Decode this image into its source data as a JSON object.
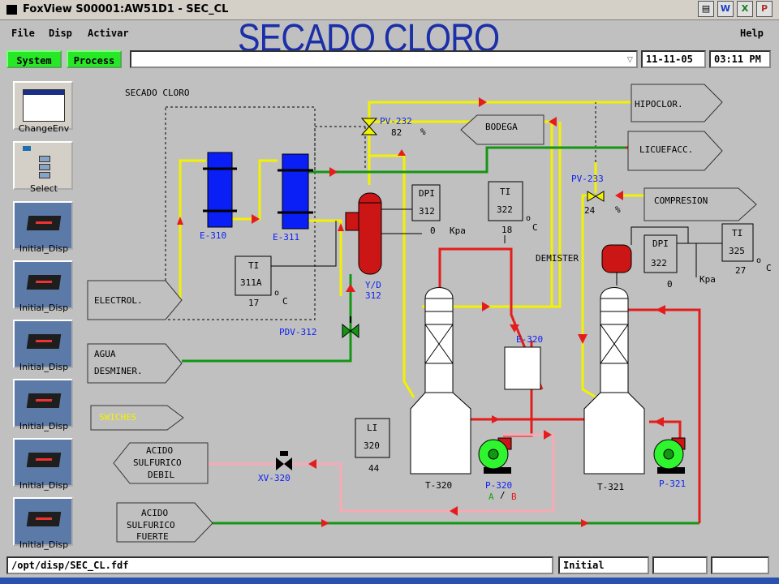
{
  "window": {
    "title": "FoxView S00001:AW51D1  - SEC_CL"
  },
  "menu": {
    "file": "File",
    "disp": "Disp",
    "activar": "Activar",
    "help": "Help"
  },
  "page_title": "SECADO CLORO",
  "toolbar": {
    "system": "System",
    "process": "Process",
    "date": "11-11-05",
    "time": "03:11 PM"
  },
  "sidebar": {
    "items": [
      {
        "label": "ChangeEnv"
      },
      {
        "label": "Select"
      },
      {
        "label": "Initial_Disp"
      },
      {
        "label": "Initial_Disp"
      },
      {
        "label": "Initial_Disp"
      },
      {
        "label": "Initial_Disp"
      },
      {
        "label": "Initial_Disp"
      },
      {
        "label": "Initial_Disp"
      }
    ]
  },
  "diagram": {
    "area_label": "SECADO CLORO",
    "dests": {
      "hipoclor": "HIPOCLOR.",
      "bodega": "BODEGA",
      "licuefacc": "LICUEFACC.",
      "compresion": "COMPRESION",
      "electrol": "ELECTROL.",
      "agua": "AGUA",
      "desminer": "DESMINER.",
      "swiches": "SWICHES",
      "acido_debil": [
        "ACIDO",
        "SULFURICO",
        "DEBIL"
      ],
      "acido_fuerte": [
        "ACIDO",
        "SULFURICO",
        "FUERTE"
      ]
    },
    "exchangers": {
      "e310": "E-310",
      "e311": "E-311",
      "e320": "E-320"
    },
    "valves": {
      "pv232": {
        "tag": "PV-232",
        "value": "82",
        "unit": "%"
      },
      "pv233": {
        "tag": "PV-233",
        "value": "24",
        "unit": "%"
      },
      "pdv312": "PDV-312",
      "xv320": "XV-320"
    },
    "instruments": {
      "dpi312": {
        "tag": "DPI",
        "num": "312",
        "value": "0",
        "unit": "Kpa"
      },
      "ti322": {
        "tag": "TI",
        "num": "322",
        "value": "18",
        "unit": "C",
        "deg": "o"
      },
      "ti311a": {
        "tag": "TI",
        "num": "311A",
        "value": "17",
        "unit": "C",
        "deg": "o"
      },
      "dpi322": {
        "tag": "DPI",
        "num": "322",
        "value": "0",
        "unit": "Kpa"
      },
      "ti325": {
        "tag": "TI",
        "num": "325",
        "value": "27",
        "unit": "C",
        "deg": "o"
      },
      "li320": {
        "tag": "LI",
        "num": "320",
        "value": "44"
      }
    },
    "equipment": {
      "yd312": [
        "Y/D",
        "312"
      ],
      "demister": "DEMISTER",
      "t320": "T-320",
      "t321": "T-321",
      "p320": "P-320",
      "p321": "P-321",
      "pump_a": "A",
      "pump_sep": "/",
      "pump_b": "B"
    },
    "colors": {
      "yellow": "#f2f200",
      "green": "#139613",
      "red": "#e41c1c",
      "pink": "#f7aab5",
      "blue": "#0a1ff5",
      "vessel": "#cc1515"
    }
  },
  "status": {
    "path": "/opt/disp/SEC_CL.fdf",
    "env": "Initial"
  }
}
